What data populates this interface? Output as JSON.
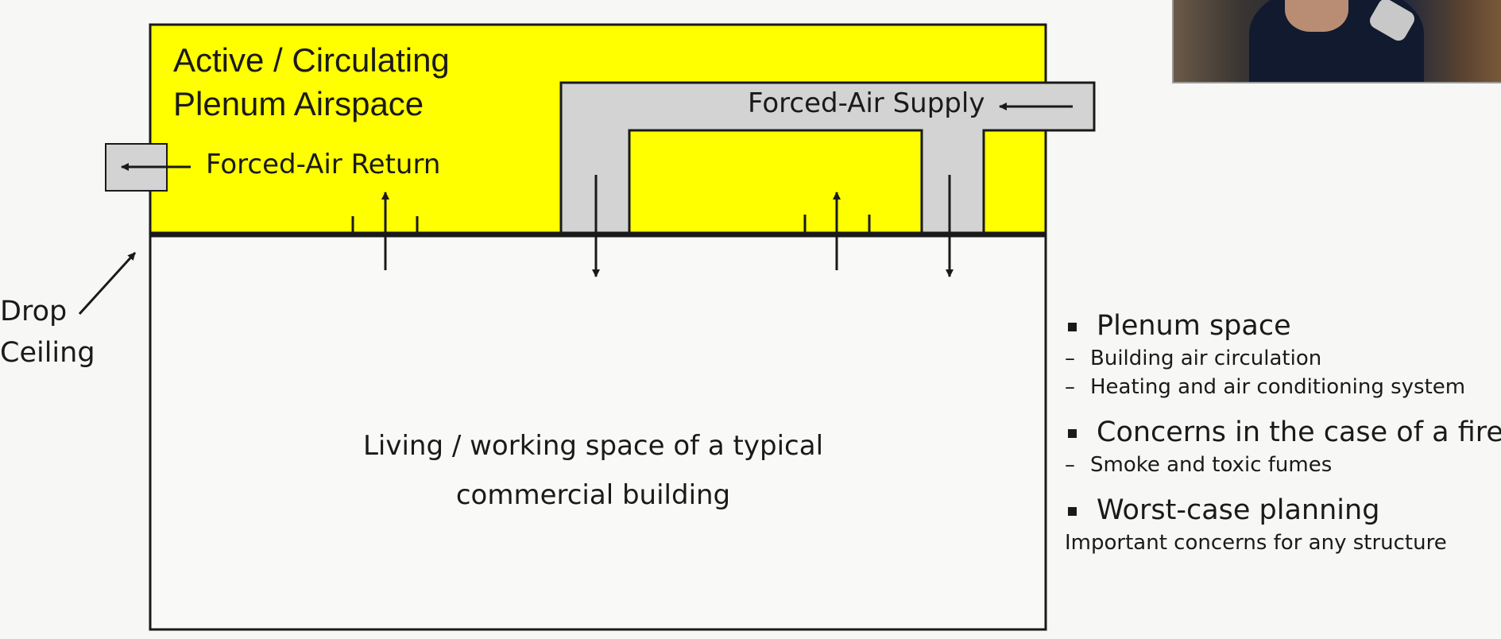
{
  "diagram": {
    "title_line1": "Active / Circulating",
    "title_line2": "Plenum Airspace",
    "supply_label": "Forced-Air Supply",
    "return_label": "Forced-Air Return",
    "drop_ceiling_line1": "Drop",
    "drop_ceiling_line2": "Ceiling",
    "living_line1": "Living / working space of a typical",
    "living_line2": "commercial building"
  },
  "bullets": [
    {
      "title": "Plenum space",
      "subs": [
        "Building air circulation",
        "Heating and air conditioning system"
      ]
    },
    {
      "title": "Concerns in the case of a fire",
      "subs": [
        "Smoke and toxic fumes"
      ]
    },
    {
      "title": "Worst-case planning",
      "note": "Important concerns for any structure"
    }
  ],
  "colors": {
    "plenum": "#ffff00",
    "duct": "#d3d3d3",
    "line": "#1a1a1a",
    "background": "#f7f7f5"
  }
}
